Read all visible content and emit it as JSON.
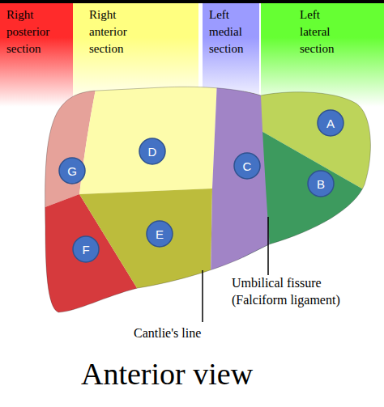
{
  "diagram": {
    "caption": "Anterior view",
    "nodes": [
      {
        "text": [
          "Right posterior section"
        ]
      },
      {
        "text": [
          "Right anterior section"
        ]
      },
      {
        "text": [
          "Left medial section"
        ]
      },
      {
        "text": [
          "Left lateral section"
        ]
      },
      {
        "text": [
          "A"
        ]
      },
      {
        "text": [
          "B"
        ]
      },
      {
        "text": [
          "C"
        ]
      },
      {
        "text": [
          "D"
        ]
      },
      {
        "text": [
          "E"
        ]
      },
      {
        "text": [
          "F"
        ]
      },
      {
        "text": [
          "G"
        ]
      }
    ],
    "labels": [
      "Umbilical fissure (Falciform ligament)",
      "Cantlie's line"
    ]
  }
}
